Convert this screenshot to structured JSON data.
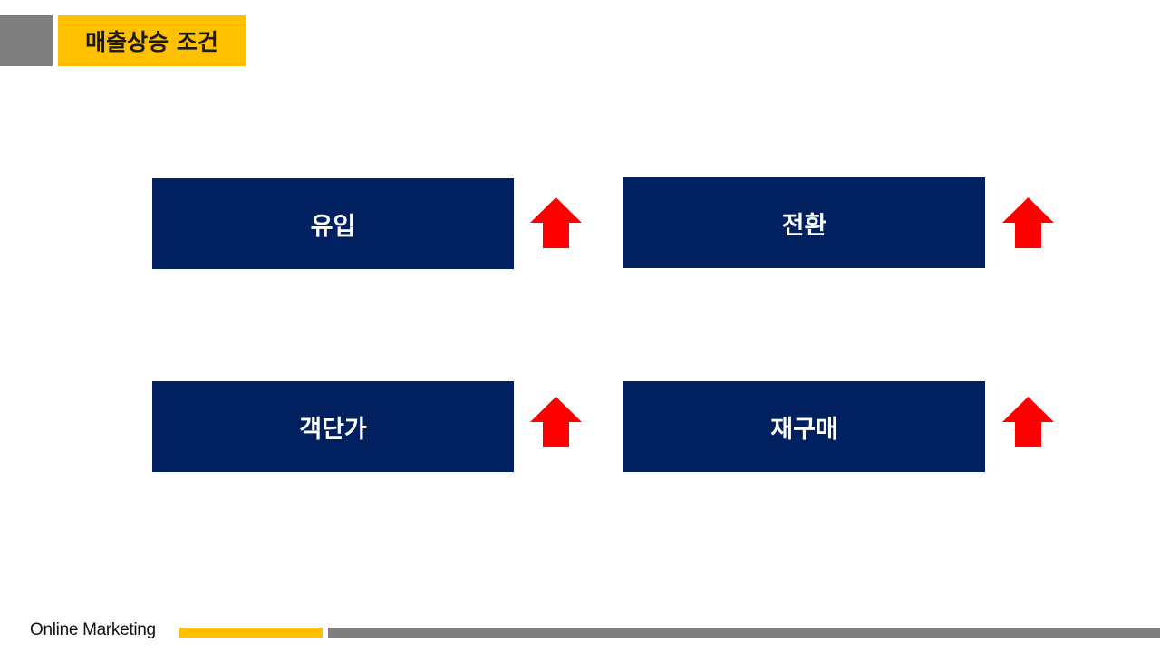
{
  "header": {
    "title": "매출상승 조건",
    "accent_color": "#ffc000",
    "block_color": "#7f7f7f"
  },
  "cards": [
    {
      "label": "유입",
      "indicator": "up-arrow-icon"
    },
    {
      "label": "전환",
      "indicator": "up-arrow-icon"
    },
    {
      "label": "객단가",
      "indicator": "up-arrow-icon"
    },
    {
      "label": "재구매",
      "indicator": "up-arrow-icon"
    }
  ],
  "colors": {
    "card_bg": "#002060",
    "arrow": "#ff0000"
  },
  "footer": {
    "text": "Online Marketing"
  }
}
